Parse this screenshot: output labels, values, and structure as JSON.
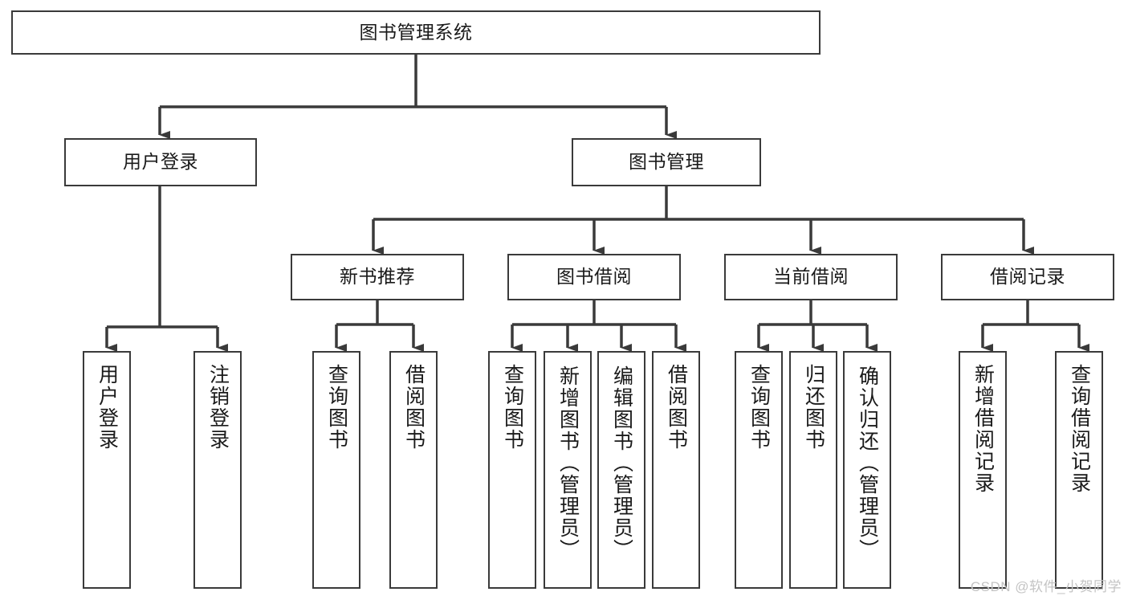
{
  "diagram": {
    "type": "tree-hierarchy",
    "title": "图书管理系统",
    "line_color": "#3a3a3a",
    "background_color": "#ffffff",
    "text_color": "#1a1a1a"
  },
  "root": {
    "label": "图书管理系统"
  },
  "level1": [
    {
      "label": "用户登录"
    },
    {
      "label": "图书管理"
    }
  ],
  "level2": [
    {
      "label": "新书推荐"
    },
    {
      "label": "图书借阅"
    },
    {
      "label": "当前借阅"
    },
    {
      "label": "借阅记录"
    }
  ],
  "leaves": {
    "user_login": [
      {
        "label": "用户登录"
      },
      {
        "label": "注销登录"
      }
    ],
    "new_book_recommend": [
      {
        "label": "查询图书"
      },
      {
        "label": "借阅图书"
      }
    ],
    "book_borrow": [
      {
        "label": "查询图书"
      },
      {
        "label": "新增图书（管理员）"
      },
      {
        "label": "编辑图书（管理员）"
      },
      {
        "label": "借阅图书"
      }
    ],
    "current_borrow": [
      {
        "label": "查询图书"
      },
      {
        "label": "归还图书"
      },
      {
        "label": "确认归还（管理员）"
      }
    ],
    "borrow_record": [
      {
        "label": "新增借阅记录"
      },
      {
        "label": "查询借阅记录"
      }
    ]
  },
  "watermark": {
    "text": "CSDN @软件_小贺同学"
  }
}
